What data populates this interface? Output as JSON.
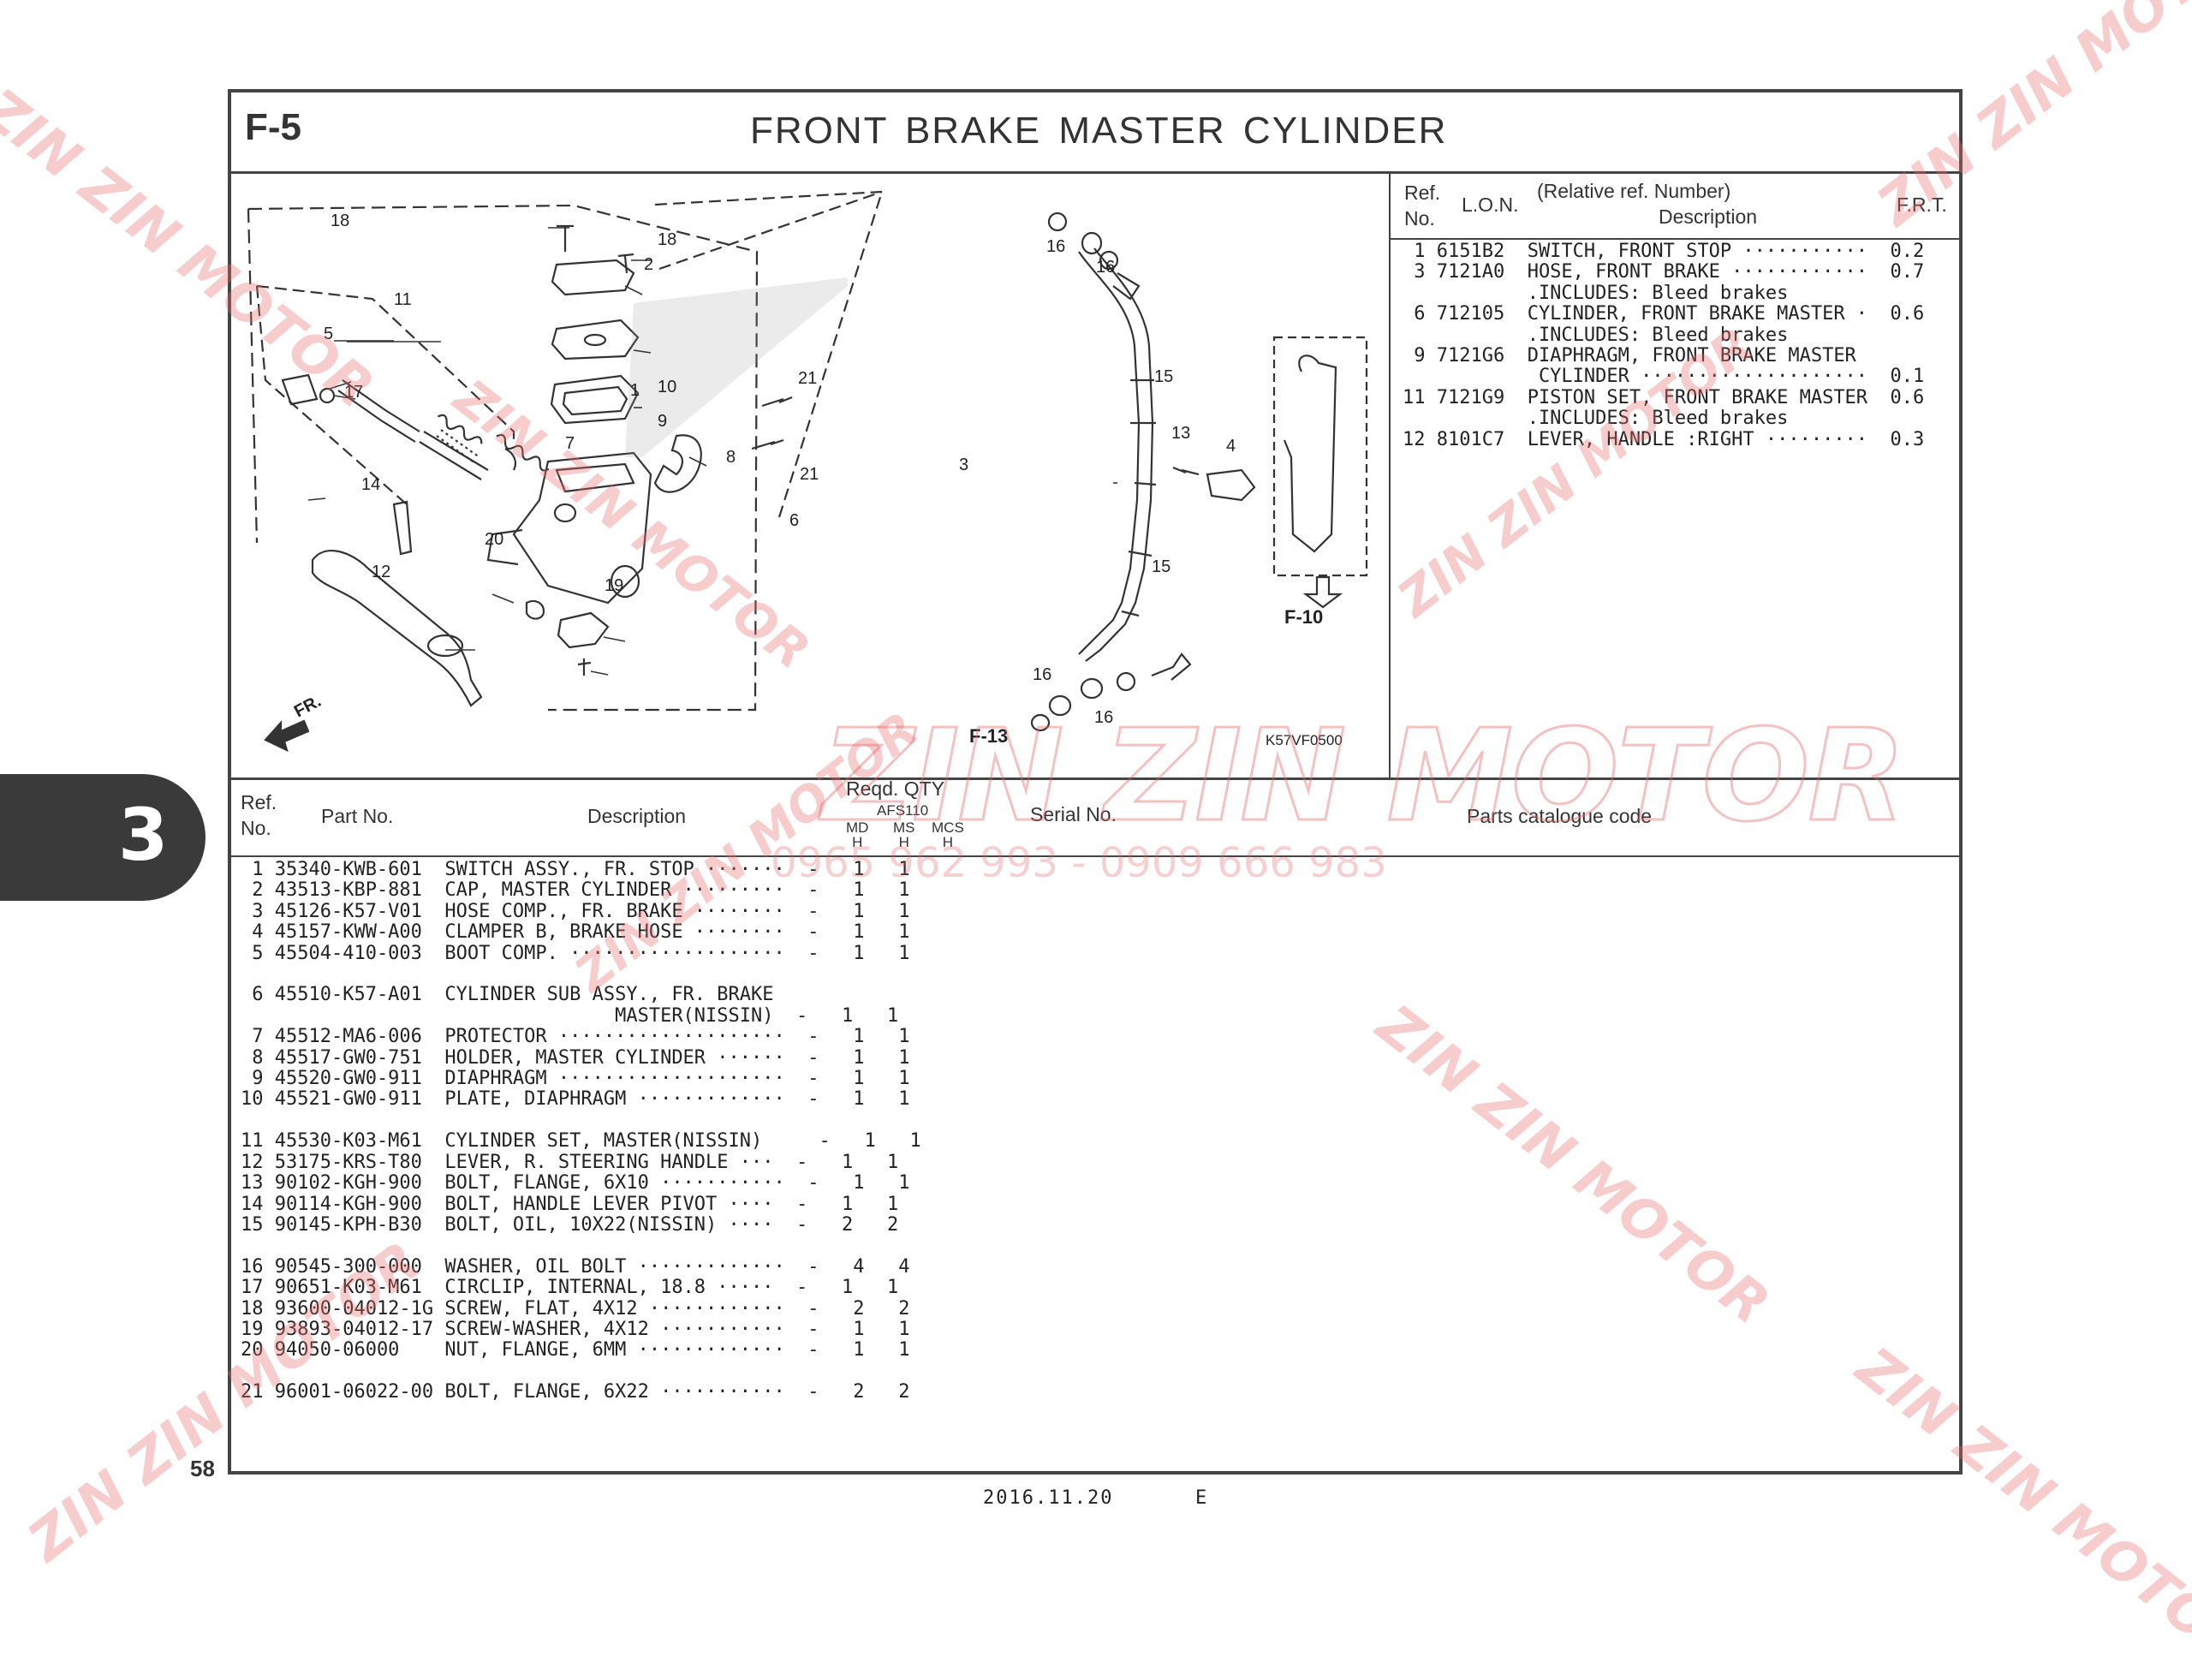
{
  "page": {
    "section_code": "F-5",
    "title": "FRONT BRAKE MASTER CYLINDER",
    "page_number": "58",
    "chapter_tab": "3",
    "footer_date": "2016.11.20",
    "footer_edition": "E",
    "diagram_code": "K57VF0500"
  },
  "watermark": {
    "brand": "ZIN ZIN MOTOR",
    "phone": "0965 962 993 - 0909 666 983",
    "color": "#e06b6b"
  },
  "diagram": {
    "ref_labels": [
      "1",
      "2",
      "3",
      "4",
      "5",
      "6",
      "7",
      "8",
      "9",
      "10",
      "11",
      "12",
      "13",
      "14",
      "15",
      "15",
      "16",
      "16",
      "16",
      "16",
      "17",
      "18",
      "18",
      "19",
      "20",
      "21",
      "21"
    ],
    "section_refs": [
      "F-10",
      "F-13"
    ],
    "direction_label": "FR."
  },
  "frt_table": {
    "headers": {
      "ref_no": "Ref.\nNo.",
      "lon": "L.O.N.",
      "desc_top": "(Relative ref. Number)",
      "desc": "Description",
      "frt": "F.R.T."
    },
    "lines": [
      " 1 6151B2  SWITCH, FRONT STOP ···········  0.2",
      " 3 7121A0  HOSE, FRONT BRAKE ············  0.7",
      "           .INCLUDES: Bleed brakes",
      " 6 712105  CYLINDER, FRONT BRAKE MASTER ·  0.6",
      "           .INCLUDES: Bleed brakes",
      " 9 7121G6  DIAPHRAGM, FRONT BRAKE MASTER",
      "            CYLINDER ····················  0.1",
      "11 7121G9  PISTON SET, FRONT BRAKE MASTER  0.6",
      "           .INCLUDES: Bleed brakes",
      "12 8101C7  LEVER, HANDLE :RIGHT ·········  0.3"
    ]
  },
  "parts_table": {
    "headers": {
      "ref_no": "Ref.\nNo.",
      "part_no": "Part No.",
      "description": "Description",
      "reqd_qty": "Reqd. QTY",
      "model": "AFS110",
      "qty_cols": [
        "MD\nH",
        "MS\nH",
        "MCS\nH"
      ],
      "serial_no": "Serial No.",
      "catalogue_code": "Parts catalogue code"
    },
    "lines": [
      " 1 35340-KWB-601  SWITCH ASSY., FR. STOP ·······  -   1   1",
      " 2 43513-KBP-881  CAP, MASTER CYLINDER ·········  -   1   1",
      " 3 45126-K57-V01  HOSE COMP., FR. BRAKE ········  -   1   1",
      " 4 45157-KWW-A00  CLAMPER B, BRAKE HOSE ········  -   1   1",
      " 5 45504-410-003  BOOT COMP. ···················  -   1   1",
      "",
      " 6 45510-K57-A01  CYLINDER SUB ASSY., FR. BRAKE",
      "                                 MASTER(NISSIN)  -   1   1",
      " 7 45512-MA6-006  PROTECTOR ····················  -   1   1",
      " 8 45517-GW0-751  HOLDER, MASTER CYLINDER ······  -   1   1",
      " 9 45520-GW0-911  DIAPHRAGM ····················  -   1   1",
      "10 45521-GW0-911  PLATE, DIAPHRAGM ·············  -   1   1",
      "",
      "11 45530-K03-M61  CYLINDER SET, MASTER(NISSIN)     -   1   1",
      "12 53175-KRS-T80  LEVER, R. STEERING HANDLE ···  -   1   1",
      "13 90102-KGH-900  BOLT, FLANGE, 6X10 ···········  -   1   1",
      "14 90114-KGH-900  BOLT, HANDLE LEVER PIVOT ····  -   1   1",
      "15 90145-KPH-B30  BOLT, OIL, 10X22(NISSIN) ····  -   2   2",
      "",
      "16 90545-300-000  WASHER, OIL BOLT ·············  -   4   4",
      "17 90651-K03-M61  CIRCLIP, INTERNAL, 18.8 ·····  -   1   1",
      "18 93600-04012-1G SCREW, FLAT, 4X12 ············  -   2   2",
      "19 93893-04012-17 SCREW-WASHER, 4X12 ···········  -   1   1",
      "20 94050-06000    NUT, FLANGE, 6MM ·············  -   1   1",
      "",
      "21 96001-06022-00 BOLT, FLANGE, 6X22 ···········  -   2   2"
    ]
  }
}
